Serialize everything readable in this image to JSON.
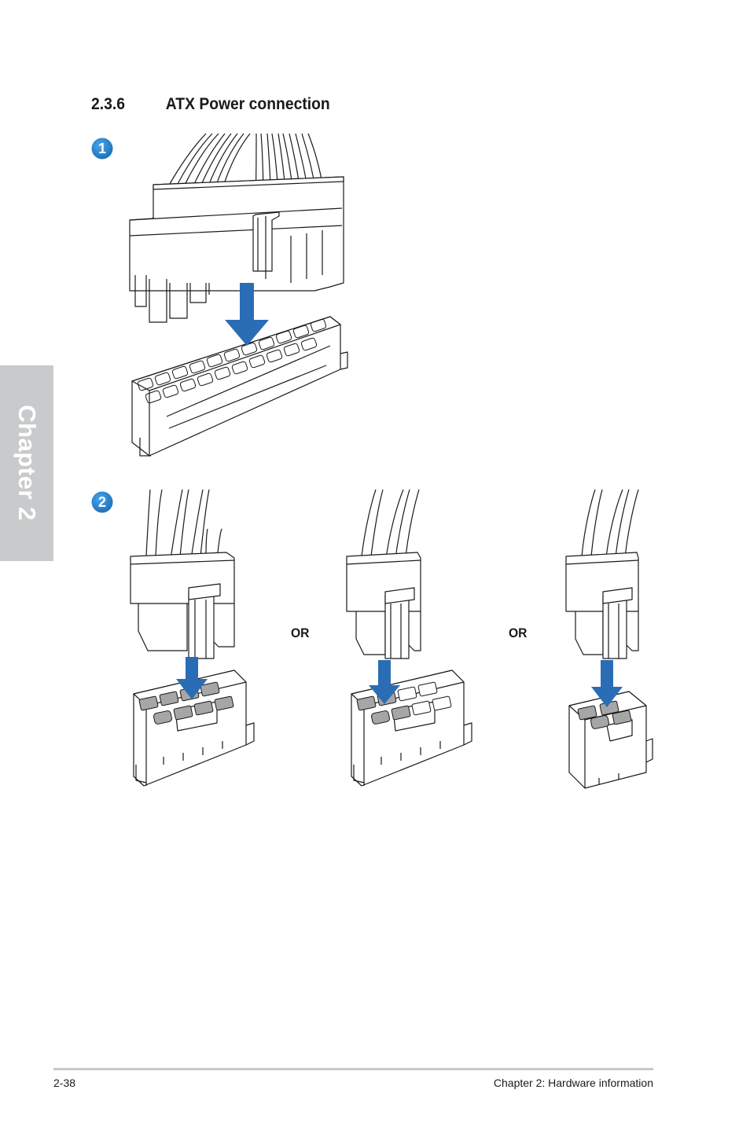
{
  "section": {
    "number": "2.3.6",
    "title": "ATX Power connection"
  },
  "chapter_tab": {
    "label": "Chapter 2",
    "color": "#c9cacb"
  },
  "steps": [
    {
      "label": "1"
    },
    {
      "label": "2"
    }
  ],
  "or_labels": [
    "OR",
    "OR"
  ],
  "footer": {
    "page": "2-38",
    "chapter": "Chapter 2: Hardware information"
  },
  "colors": {
    "badge_blue": "#1b6fb7",
    "arrow_blue": "#2a6db5",
    "pin_gray": "#a6a6a6"
  }
}
